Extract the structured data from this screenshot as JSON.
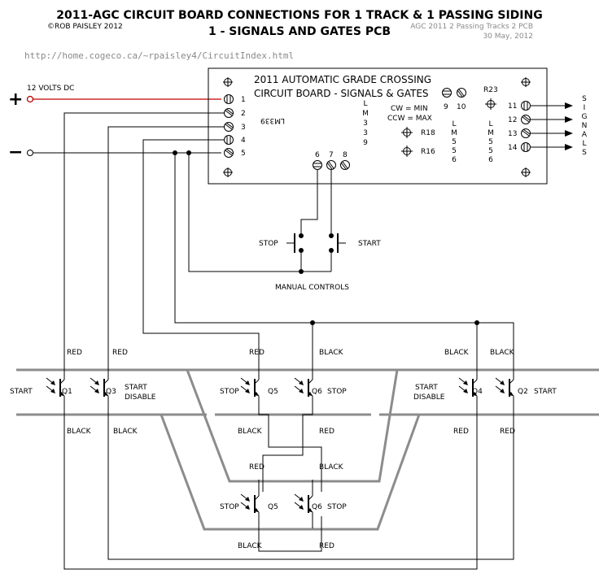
{
  "title": {
    "line1": "2011-AGC CIRCUIT BOARD CONNECTIONS FOR 1 TRACK & 1 PASSING SIDING",
    "line2": "1 - SIGNALS AND GATES PCB",
    "author": "©ROB PAISLEY 2012",
    "file_ref": "AGC 2011 2 Passing Tracks 2 PCB",
    "date": "30 May, 2012",
    "url": "http://home.cogeco.ca/~rpaisley4/CircuitIndex.html"
  },
  "power": {
    "label": "12 VOLTS DC",
    "plus": "+",
    "minus": "−"
  },
  "board": {
    "title_line1": "2011 AUTOMATIC GRADE CROSSING",
    "title_line2": "CIRCUIT BOARD - SIGNALS & GATES",
    "chip_lm339": "LM339",
    "lm339_vertical": [
      "L",
      "M",
      "3",
      "3",
      "9"
    ],
    "lm556a_vertical": [
      "L",
      "M",
      "5",
      "5",
      "6"
    ],
    "lm556b_vertical": [
      "L",
      "M",
      "5",
      "5",
      "6"
    ],
    "cw": "CW = MIN",
    "ccw": "CCW = MAX",
    "r18": "R18",
    "r16": "R16",
    "r23": "R23",
    "terms_left": [
      "1",
      "2",
      "3",
      "4",
      "5"
    ],
    "terms_bottom": [
      "6",
      "7",
      "8"
    ],
    "terms_9_10": [
      "9",
      "10"
    ],
    "terms_right": [
      "11",
      "12",
      "13",
      "14"
    ]
  },
  "signals_vertical": [
    "S",
    "I",
    "G",
    "N",
    "A",
    "L",
    "S"
  ],
  "manual": {
    "stop": "STOP",
    "start": "START",
    "label": "MANUAL CONTROLS"
  },
  "sensors": {
    "q1": "Q1",
    "q3": "Q3",
    "q5": "Q5",
    "q6": "Q6",
    "q4": "Q4",
    "q2": "Q2",
    "start": "START",
    "start2": "START",
    "start_disable_1": "START",
    "disable_1": "DISABLE",
    "start_disable_2": "START",
    "disable_2": "DISABLE",
    "stop": "STOP"
  },
  "wires": {
    "red": "RED",
    "black": "BLACK"
  },
  "colors": {
    "positive_wire": "#c00000",
    "rail": "#8c8c8c"
  }
}
